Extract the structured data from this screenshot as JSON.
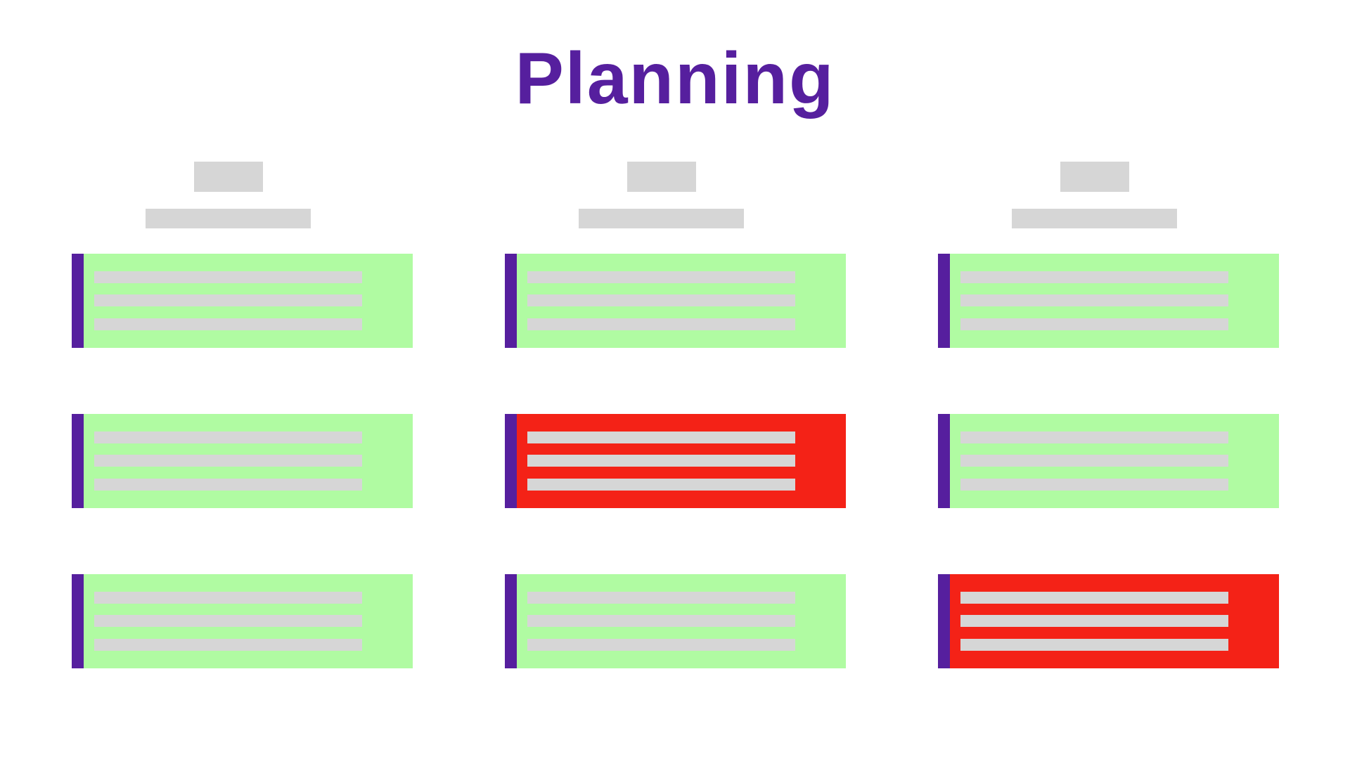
{
  "title": "Planning",
  "colors": {
    "accent": "#561f9e",
    "ok": "#b0fba2",
    "alert": "#f42217",
    "placeholder": "#d6d6d6"
  },
  "columns": [
    {
      "cards": [
        {
          "status": "ok"
        },
        {
          "status": "ok"
        },
        {
          "status": "ok"
        }
      ]
    },
    {
      "cards": [
        {
          "status": "ok"
        },
        {
          "status": "alert"
        },
        {
          "status": "ok"
        }
      ]
    },
    {
      "cards": [
        {
          "status": "ok"
        },
        {
          "status": "ok"
        },
        {
          "status": "alert"
        }
      ]
    }
  ]
}
